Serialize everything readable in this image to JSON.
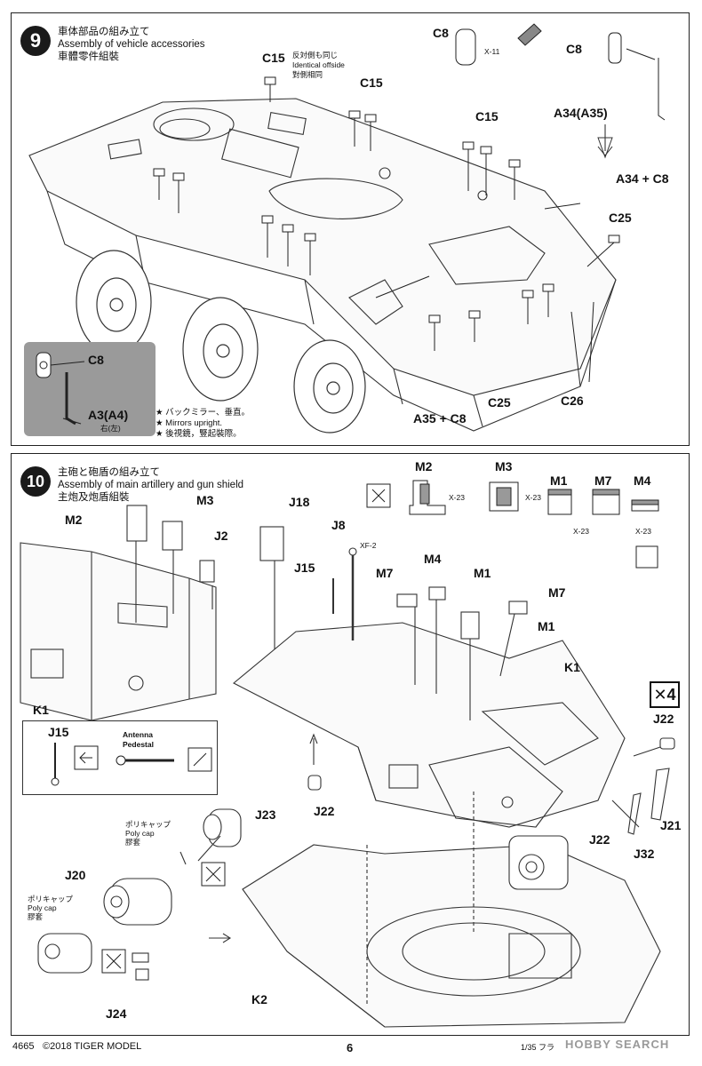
{
  "step9": {
    "number": "9",
    "title_jp": "車体部品の組み立て",
    "title_en": "Assembly of vehicle accessories",
    "title_cn": "車體零件組裝",
    "labels": {
      "c8_top_left": "C8",
      "x11": "X-11",
      "c8_top_right": "C8",
      "a34_a35": "A34(A35)",
      "c15_a": "C15",
      "c15_note_jp": "反対側も同じ",
      "c15_note_en": "Identical offside",
      "c15_note_cn": "對側相同",
      "c15_b": "C15",
      "c15_c": "C15",
      "a34_c8": "A34 + C8",
      "c25_right": "C25",
      "a35_c8": "A35 + C8",
      "c25_bottom": "C25",
      "c26": "C26"
    },
    "inset": {
      "c8": "C8",
      "a3_a4": "A3(A4)",
      "side_note": "右(左)"
    },
    "notes": {
      "jp": "★ バックミラー、垂直。",
      "en": "★ Mirrors upright.",
      "cn": "★ 後視鏡，豎起裝際。"
    }
  },
  "step10": {
    "number": "10",
    "title_jp": "主砲と砲盾の組み立て",
    "title_en": "Assembly of main artillery and gun shield",
    "title_cn": "主炮及炮盾組裝",
    "paint_legend": {
      "m2": "M2",
      "m3": "M3",
      "x23_a": "X-23",
      "x23_b": "X-23",
      "m1": "M1",
      "m7": "M7",
      "m4": "M4",
      "x23_c": "X-23",
      "x23_d": "X-23"
    },
    "labels": {
      "m2": "M2",
      "m3": "M3",
      "j18": "J18",
      "j2": "J2",
      "j8": "J8",
      "xf2": "XF-2",
      "j15": "J15",
      "m7_a": "M7",
      "m4": "M4",
      "m1_a": "M1",
      "m7_b": "M7",
      "m1_b": "M1",
      "k1_right": "K1",
      "k1_left": "K1",
      "j22_a": "J22",
      "j22_b": "J22",
      "j22_c": "J22",
      "j21": "J21",
      "j32": "J32",
      "x4": "✕4",
      "j23": "J23",
      "j20": "J20",
      "j24": "J24",
      "k2": "K2"
    },
    "polycap_a": {
      "jp": "ポリキャップ",
      "en": "Poly cap",
      "cn": "膠套"
    },
    "polycap_b": {
      "jp": "ポリキャップ",
      "en": "Poly cap",
      "cn": "膠套"
    },
    "inset": {
      "j15": "J15",
      "antenna_1": "Antenna",
      "antenna_2": "Pedestal"
    }
  },
  "footer": {
    "code": "4665",
    "copyright": "©2018  TIGER MODEL",
    "page": "6",
    "scale": "1/35 フラ",
    "watermark": "HOBBY SEARCH"
  }
}
